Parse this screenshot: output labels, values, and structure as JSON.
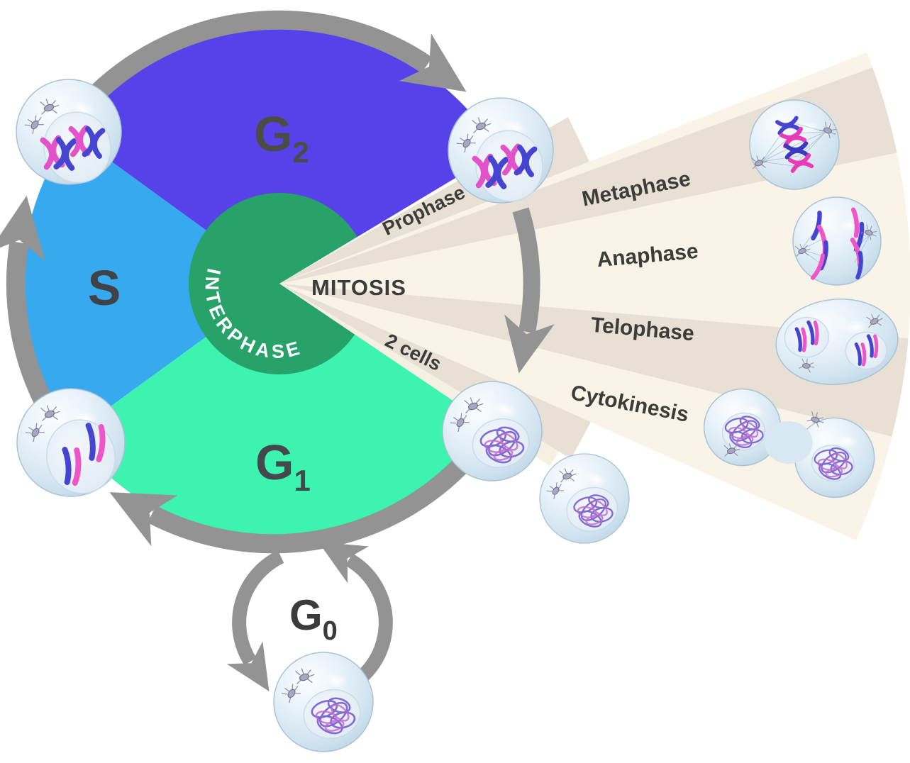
{
  "diagram": {
    "type": "cell-cycle",
    "interphase_label": "INTERPHASE",
    "mitosis_label": "MITOSIS",
    "result_label": "2 cells",
    "phases": {
      "g2": {
        "base": "G",
        "sub": "2"
      },
      "s": {
        "base": "S"
      },
      "g1": {
        "base": "G",
        "sub": "1"
      },
      "g0": {
        "base": "G",
        "sub": "0"
      }
    },
    "mitosis_stages": {
      "prophase": "Prophase",
      "metaphase": "Metaphase",
      "anaphase": "Anaphase",
      "telophase": "Telophase",
      "cytokinesis": "Cytokinesis"
    },
    "colors": {
      "g2_sector": "#5742EA",
      "s_sector": "#36A9EF",
      "g1_sector": "#3CF3B0",
      "interphase_circle": "#27A369",
      "arrow_gray": "#939393",
      "fan_band_dark": "#E8E0D4",
      "fan_band_light": "#FAF4E8",
      "label_dark": "#3C3C3C",
      "interphase_text": "#FFFFFF",
      "chromosome_pink": "#E352C8",
      "chromosome_blue": "#4545D2",
      "cell_fill": "#D9E9F4"
    }
  }
}
